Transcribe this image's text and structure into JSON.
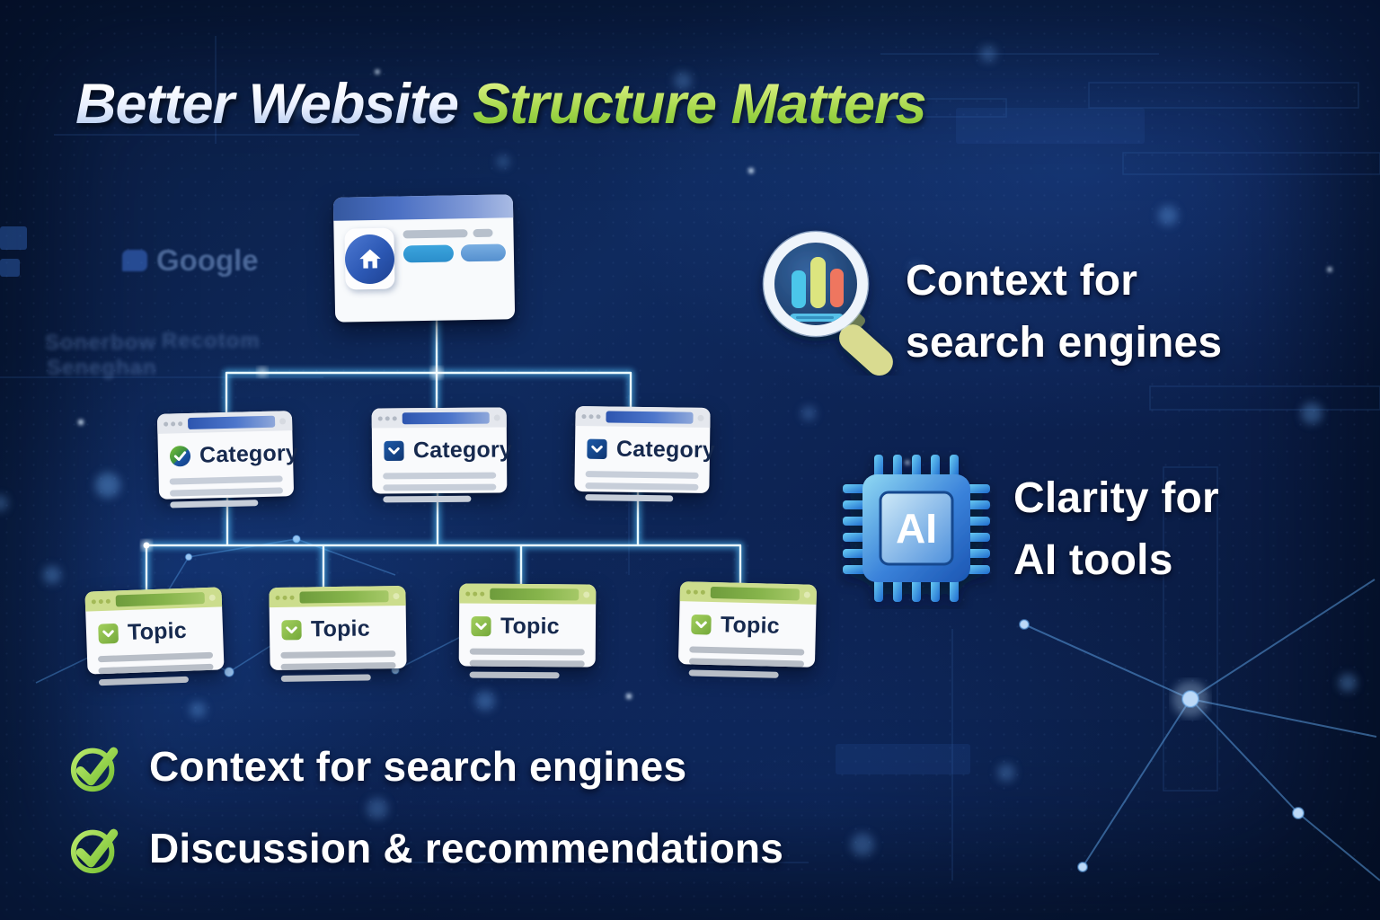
{
  "title": {
    "part1": "Better Website",
    "part2": "Structure Matters"
  },
  "sitemap": {
    "home": {
      "icon": "home-icon"
    },
    "categories": [
      {
        "label": "Category",
        "badge": "check-circle-badge"
      },
      {
        "label": "Category",
        "badge": "chevron-square-badge"
      },
      {
        "label": "Category",
        "badge": "chevron-square-badge"
      }
    ],
    "topics": [
      {
        "label": "Topic"
      },
      {
        "label": "Topic"
      },
      {
        "label": "Topic"
      },
      {
        "label": "Topic"
      }
    ]
  },
  "features": [
    {
      "icon": "search-analytics-icon",
      "line1": "Context for",
      "line2": "search engines"
    },
    {
      "icon": "ai-chip-icon",
      "chip_label": "AI",
      "line1": "Clarity for",
      "line2": "AI tools"
    }
  ],
  "checklist": [
    {
      "label": "Context for search engines"
    },
    {
      "label": "Discussion & recommendations"
    }
  ],
  "watermarks": {
    "google": "Google",
    "text1": "Sonerbow",
    "text2": "Seneghan",
    "text3": "Recotom"
  },
  "colors": {
    "background_navy": "#0d2250",
    "connector_glow": "#7fd9ff",
    "accent_green": "#8cc63f",
    "accent_blue": "#2f5fc0",
    "title_green": "#a8d94e",
    "bar_cyan": "#4cc6ea",
    "bar_green": "#dce57f",
    "bar_red": "#ef765e"
  }
}
